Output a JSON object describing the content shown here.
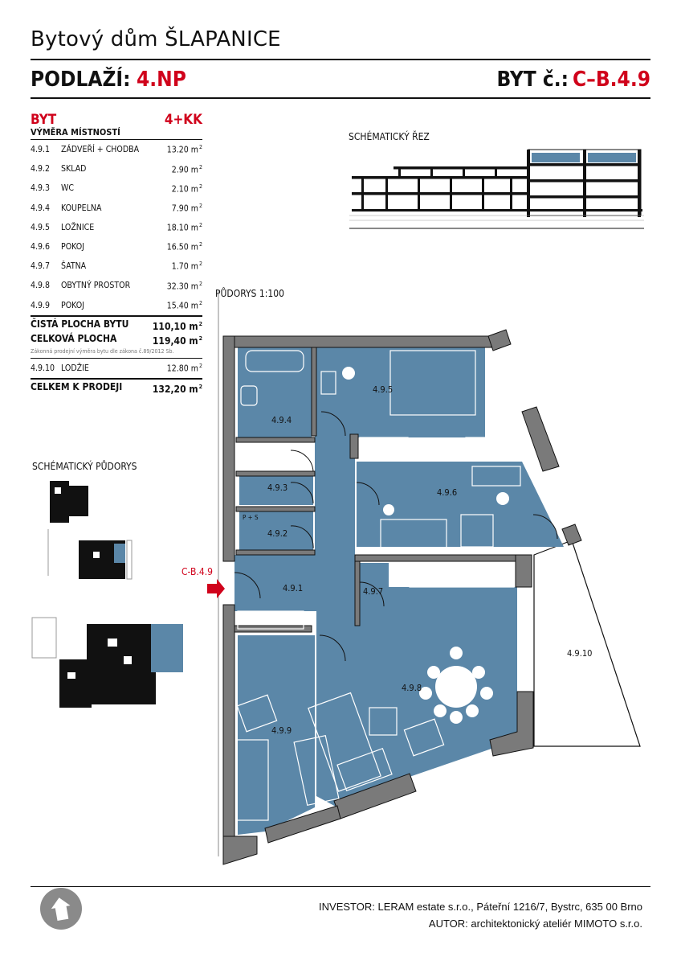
{
  "header": {
    "title": "Bytový dům ŠLAPANICE",
    "floor_label": "PODLAŽÍ:",
    "floor_value": "4.NP",
    "unit_label": "BYT č.:",
    "unit_value": "C–B.4.9"
  },
  "table": {
    "byt_label": "BYT",
    "layout": "4+KK",
    "subtitle": "VÝMĚRA MÍSTNOSTÍ",
    "unit": "m",
    "rooms": [
      {
        "num": "4.9.1",
        "name": "ZÁDVEŘÍ + CHODBA",
        "area": "13.20"
      },
      {
        "num": "4.9.2",
        "name": "SKLAD",
        "area": "2.90"
      },
      {
        "num": "4.9.3",
        "name": "WC",
        "area": "2.10"
      },
      {
        "num": "4.9.4",
        "name": "KOUPELNA",
        "area": "7.90"
      },
      {
        "num": "4.9.5",
        "name": "LOŽNICE",
        "area": "18.10"
      },
      {
        "num": "4.9.6",
        "name": "POKOJ",
        "area": "16.50"
      },
      {
        "num": "4.9.7",
        "name": "ŠATNA",
        "area": "1.70"
      },
      {
        "num": "4.9.8",
        "name": "OBYTNÝ PROSTOR",
        "area": "32.30"
      },
      {
        "num": "4.9.9",
        "name": "POKOJ",
        "area": "15.40"
      }
    ],
    "net_label": "ČISTÁ PLOCHA BYTU",
    "net_value": "110,10",
    "total_label": "CELKOVÁ PLOCHA",
    "total_value": "119,40",
    "note": "Zákonná prodejní výměra bytu dle zákona č.89/2012 Sb.",
    "loggia": {
      "num": "4.9.10",
      "name": "LODŽIE",
      "area": "12.80"
    },
    "sale_label": "CELKEM K PRODEJI",
    "sale_value": "132,20"
  },
  "labels": {
    "section": "SCHÉMATICKÝ ŘEZ",
    "schematic_plan": "SCHÉMATICKÝ PŮDORYS",
    "floor_plan": "PŮDORYS 1:100",
    "entrance": "C-B.4.9"
  },
  "plan_rooms": [
    "4.9.1",
    "4.9.2",
    "4.9.3",
    "4.9.4",
    "4.9.5",
    "4.9.6",
    "4.9.7",
    "4.9.8",
    "4.9.9",
    "4.9.10"
  ],
  "ps_label": "P + S",
  "footer": {
    "investor": "INVESTOR: LERAM estate s.r.o., Páteřní 1216/7, Bystrc, 635 00 Brno",
    "author": "AUTOR: architektonický ateliér MIMOTO s.r.o."
  },
  "colors": {
    "room_fill": "#5b87a8",
    "accent": "#d0021b",
    "wall": "#7a7a7a"
  }
}
